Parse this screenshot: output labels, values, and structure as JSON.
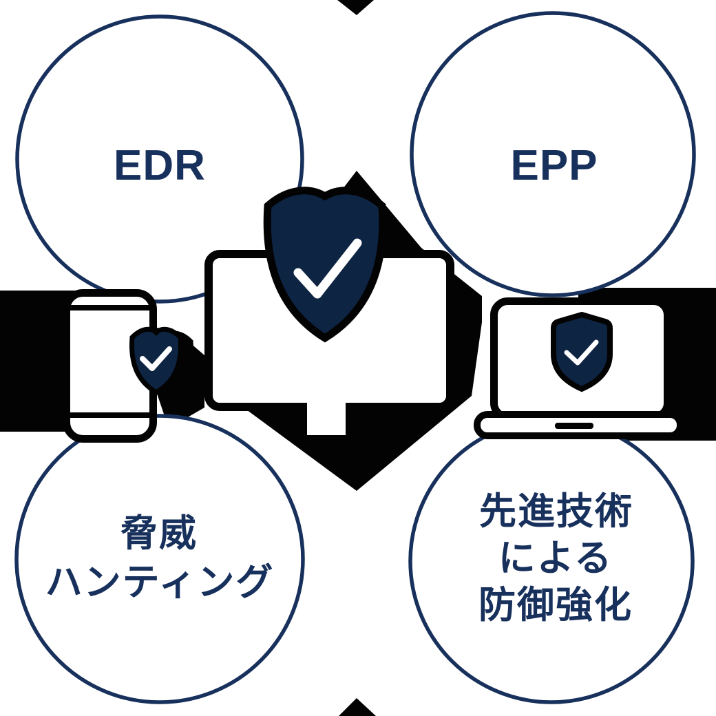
{
  "diagram": {
    "title": "EDR / EPP endpoint security concept diagram",
    "top_left_circle": {
      "label": "EDR"
    },
    "top_right_circle": {
      "label": "EPP"
    },
    "bottom_left_circle": {
      "lines": [
        "脅威",
        "ハンティング"
      ]
    },
    "bottom_right_circle": {
      "lines": [
        "先進技術",
        "による",
        "防御強化"
      ]
    },
    "icons": [
      "shield-check-icon-monitor",
      "shield-check-icon-smartphone",
      "shield-check-icon-laptop",
      "monitor-icon",
      "smartphone-icon",
      "laptop-icon",
      "triangle-accent-top",
      "triangle-accent-bottom",
      "diamond-accent-center",
      "band-accent-left",
      "band-accent-right"
    ],
    "colors": {
      "navy_outline": "#17305c",
      "navy_text": "#17305c",
      "shield_fill": "#0e2443",
      "accent_black": "#030303",
      "background": "#ffffff"
    }
  }
}
